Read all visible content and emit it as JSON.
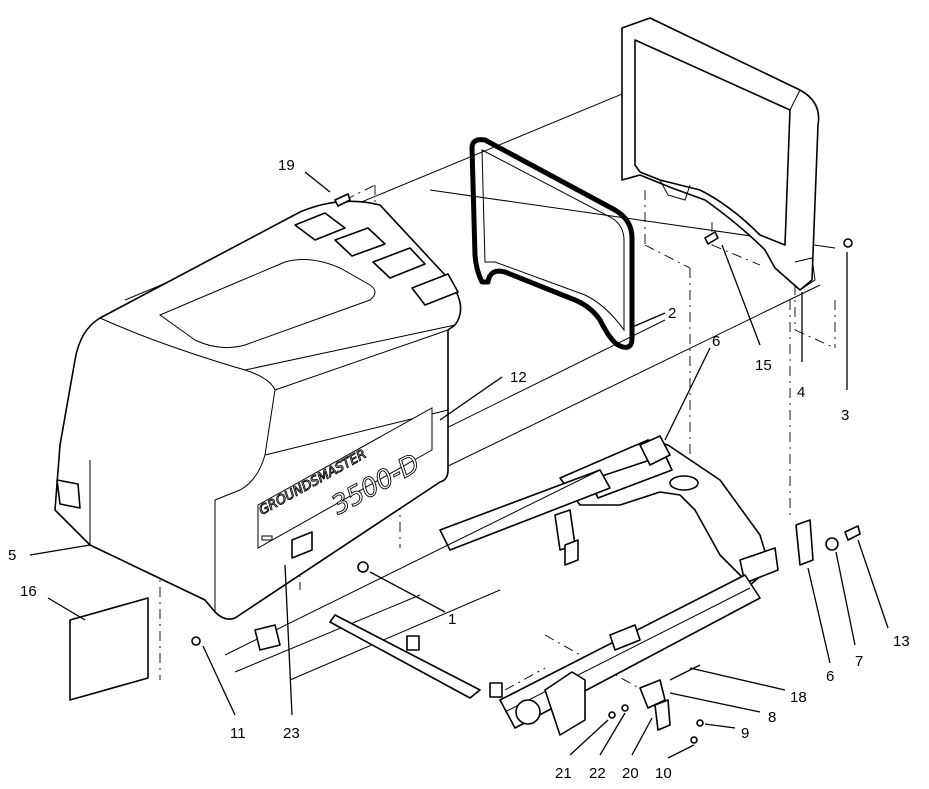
{
  "diagram": {
    "decal_text": {
      "line1": "GROUNDSMASTER",
      "line2": "3500-D"
    },
    "callouts": [
      {
        "id": "1",
        "label": "1"
      },
      {
        "id": "2",
        "label": "2"
      },
      {
        "id": "3",
        "label": "3"
      },
      {
        "id": "4",
        "label": "4"
      },
      {
        "id": "5",
        "label": "5"
      },
      {
        "id": "6a",
        "label": "6"
      },
      {
        "id": "6b",
        "label": "6"
      },
      {
        "id": "7",
        "label": "7"
      },
      {
        "id": "8",
        "label": "8"
      },
      {
        "id": "9",
        "label": "9"
      },
      {
        "id": "10",
        "label": "10"
      },
      {
        "id": "11",
        "label": "11"
      },
      {
        "id": "12",
        "label": "12"
      },
      {
        "id": "13",
        "label": "13"
      },
      {
        "id": "15",
        "label": "15"
      },
      {
        "id": "16",
        "label": "16"
      },
      {
        "id": "18",
        "label": "18"
      },
      {
        "id": "19",
        "label": "19"
      },
      {
        "id": "20",
        "label": "20"
      },
      {
        "id": "21",
        "label": "21"
      },
      {
        "id": "22",
        "label": "22"
      },
      {
        "id": "23",
        "label": "23"
      }
    ]
  }
}
